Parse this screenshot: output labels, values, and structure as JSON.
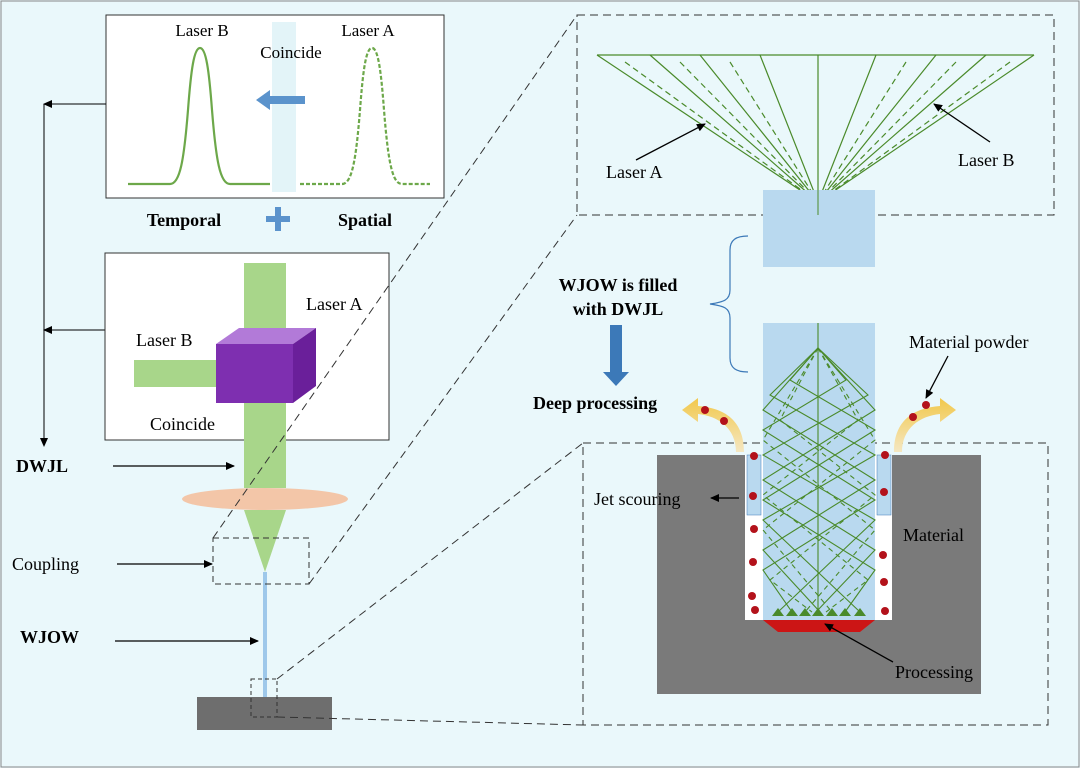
{
  "labels": {
    "laser_b_plot": "Laser B",
    "laser_a_plot": "Laser A",
    "coincide_top": "Coincide",
    "temporal": "Temporal",
    "spatial": "Spatial",
    "laser_a_combiner": "Laser A",
    "laser_b_combiner": "Laser B",
    "coincide_bottom": "Coincide",
    "dwjl": "DWJL",
    "coupling": "Coupling",
    "wjow": "WJOW",
    "laser_a_cone": "Laser A",
    "laser_b_cone": "Laser B",
    "wjow_filled_1": "WJOW is filled",
    "wjow_filled_2": "with DWJL",
    "deep_processing": "Deep processing",
    "material_powder": "Material powder",
    "jet_scouring": "Jet scouring",
    "material": "Material",
    "processing": "Processing"
  },
  "colors": {
    "background": "#eaf8fb",
    "laser_green": "#a8d68a",
    "cube_purple": "#7e2fb0",
    "lens": "#f3c6a8",
    "water_column": "#b9d9ef",
    "material_grey": "#7a7a7a",
    "particle_red": "#b3121b",
    "ray_green": "#3f7d1f",
    "arrow_yellow": "#f2c84b",
    "arrow_blue": "#3c79b8",
    "processing_red": "#cc1515"
  }
}
